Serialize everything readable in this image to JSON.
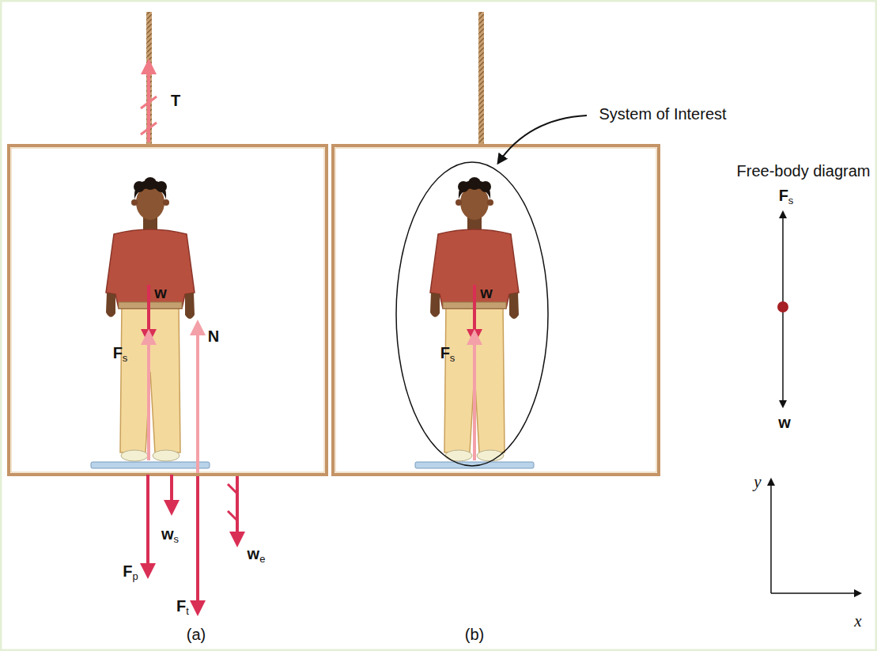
{
  "diagram": {
    "labels": [
      "T",
      "w",
      "Fs",
      "N",
      "ws",
      "Fp",
      "Ft",
      "we",
      "(a)",
      "w",
      "Fs",
      "(b)",
      "System of Interest",
      "Free-body diagram",
      "Fs",
      "w",
      "y",
      "x"
    ]
  }
}
